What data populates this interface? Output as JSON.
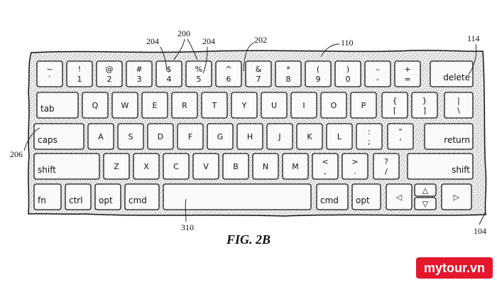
{
  "figure": {
    "caption": "FIG. 2B"
  },
  "references": {
    "r200": "200",
    "r202": "202",
    "r204a": "204",
    "r204b": "204",
    "r110": "110",
    "r114": "114",
    "r206": "206",
    "r310": "310",
    "r104": "104"
  },
  "keyboard": {
    "rows": [
      [
        {
          "name": "key-grave",
          "top": "~",
          "bottom": "`"
        },
        {
          "name": "key-1",
          "top": "!",
          "bottom": "1"
        },
        {
          "name": "key-2",
          "top": "@",
          "bottom": "2"
        },
        {
          "name": "key-3",
          "top": "#",
          "bottom": "3"
        },
        {
          "name": "key-4",
          "top": "$",
          "bottom": "4"
        },
        {
          "name": "key-5",
          "top": "%",
          "bottom": "5"
        },
        {
          "name": "key-6",
          "top": "^",
          "bottom": "6"
        },
        {
          "name": "key-7",
          "top": "&",
          "bottom": "7"
        },
        {
          "name": "key-8",
          "top": "*",
          "bottom": "8"
        },
        {
          "name": "key-9",
          "top": "(",
          "bottom": "9"
        },
        {
          "name": "key-0",
          "top": ")",
          "bottom": "0"
        },
        {
          "name": "key-minus",
          "top": "–",
          "bottom": "-"
        },
        {
          "name": "key-equals",
          "top": "+",
          "bottom": "="
        },
        {
          "name": "key-delete",
          "label": "delete"
        }
      ],
      [
        {
          "name": "key-tab",
          "label": "tab"
        },
        {
          "name": "key-q",
          "label": "Q"
        },
        {
          "name": "key-w",
          "label": "W"
        },
        {
          "name": "key-e",
          "label": "E"
        },
        {
          "name": "key-r",
          "label": "R"
        },
        {
          "name": "key-t",
          "label": "T"
        },
        {
          "name": "key-y",
          "label": "Y"
        },
        {
          "name": "key-u",
          "label": "U"
        },
        {
          "name": "key-i",
          "label": "I"
        },
        {
          "name": "key-o",
          "label": "O"
        },
        {
          "name": "key-p",
          "label": "P"
        },
        {
          "name": "key-lbracket",
          "top": "{",
          "bottom": "["
        },
        {
          "name": "key-rbracket",
          "top": "}",
          "bottom": "]"
        },
        {
          "name": "key-backslash",
          "top": "|",
          "bottom": "\\"
        }
      ],
      [
        {
          "name": "key-caps",
          "label": "caps"
        },
        {
          "name": "key-a",
          "label": "A"
        },
        {
          "name": "key-s",
          "label": "S"
        },
        {
          "name": "key-d",
          "label": "D"
        },
        {
          "name": "key-f",
          "label": "F"
        },
        {
          "name": "key-g",
          "label": "G"
        },
        {
          "name": "key-h",
          "label": "H"
        },
        {
          "name": "key-j",
          "label": "J"
        },
        {
          "name": "key-k",
          "label": "K"
        },
        {
          "name": "key-l",
          "label": "L"
        },
        {
          "name": "key-semicolon",
          "top": ":",
          "bottom": ";"
        },
        {
          "name": "key-quote",
          "top": "\"",
          "bottom": "'"
        },
        {
          "name": "key-return",
          "label": "return"
        }
      ],
      [
        {
          "name": "key-shift-left",
          "label": "shift"
        },
        {
          "name": "key-z",
          "label": "Z"
        },
        {
          "name": "key-x",
          "label": "X"
        },
        {
          "name": "key-c",
          "label": "C"
        },
        {
          "name": "key-v",
          "label": "V"
        },
        {
          "name": "key-b",
          "label": "B"
        },
        {
          "name": "key-n",
          "label": "N"
        },
        {
          "name": "key-m",
          "label": "M"
        },
        {
          "name": "key-comma",
          "top": "<",
          "bottom": ","
        },
        {
          "name": "key-period",
          "top": ">",
          "bottom": "."
        },
        {
          "name": "key-slash",
          "top": "?",
          "bottom": "/"
        },
        {
          "name": "key-shift-right",
          "label": "shift"
        }
      ],
      [
        {
          "name": "key-fn",
          "label": "fn"
        },
        {
          "name": "key-ctrl",
          "label": "ctrl"
        },
        {
          "name": "key-opt-left",
          "label": "opt"
        },
        {
          "name": "key-cmd-left",
          "label": "cmd"
        },
        {
          "name": "key-space",
          "label": ""
        },
        {
          "name": "key-cmd-right",
          "label": "cmd"
        },
        {
          "name": "key-opt-right",
          "label": "opt"
        },
        {
          "name": "key-arrow-left",
          "label": "◁"
        },
        {
          "name": "key-arrow-up",
          "label": "△"
        },
        {
          "name": "key-arrow-down",
          "label": "▽"
        },
        {
          "name": "key-arrow-right",
          "label": "▷"
        }
      ]
    ]
  },
  "brand": {
    "logo_text": "mytour.vn"
  }
}
